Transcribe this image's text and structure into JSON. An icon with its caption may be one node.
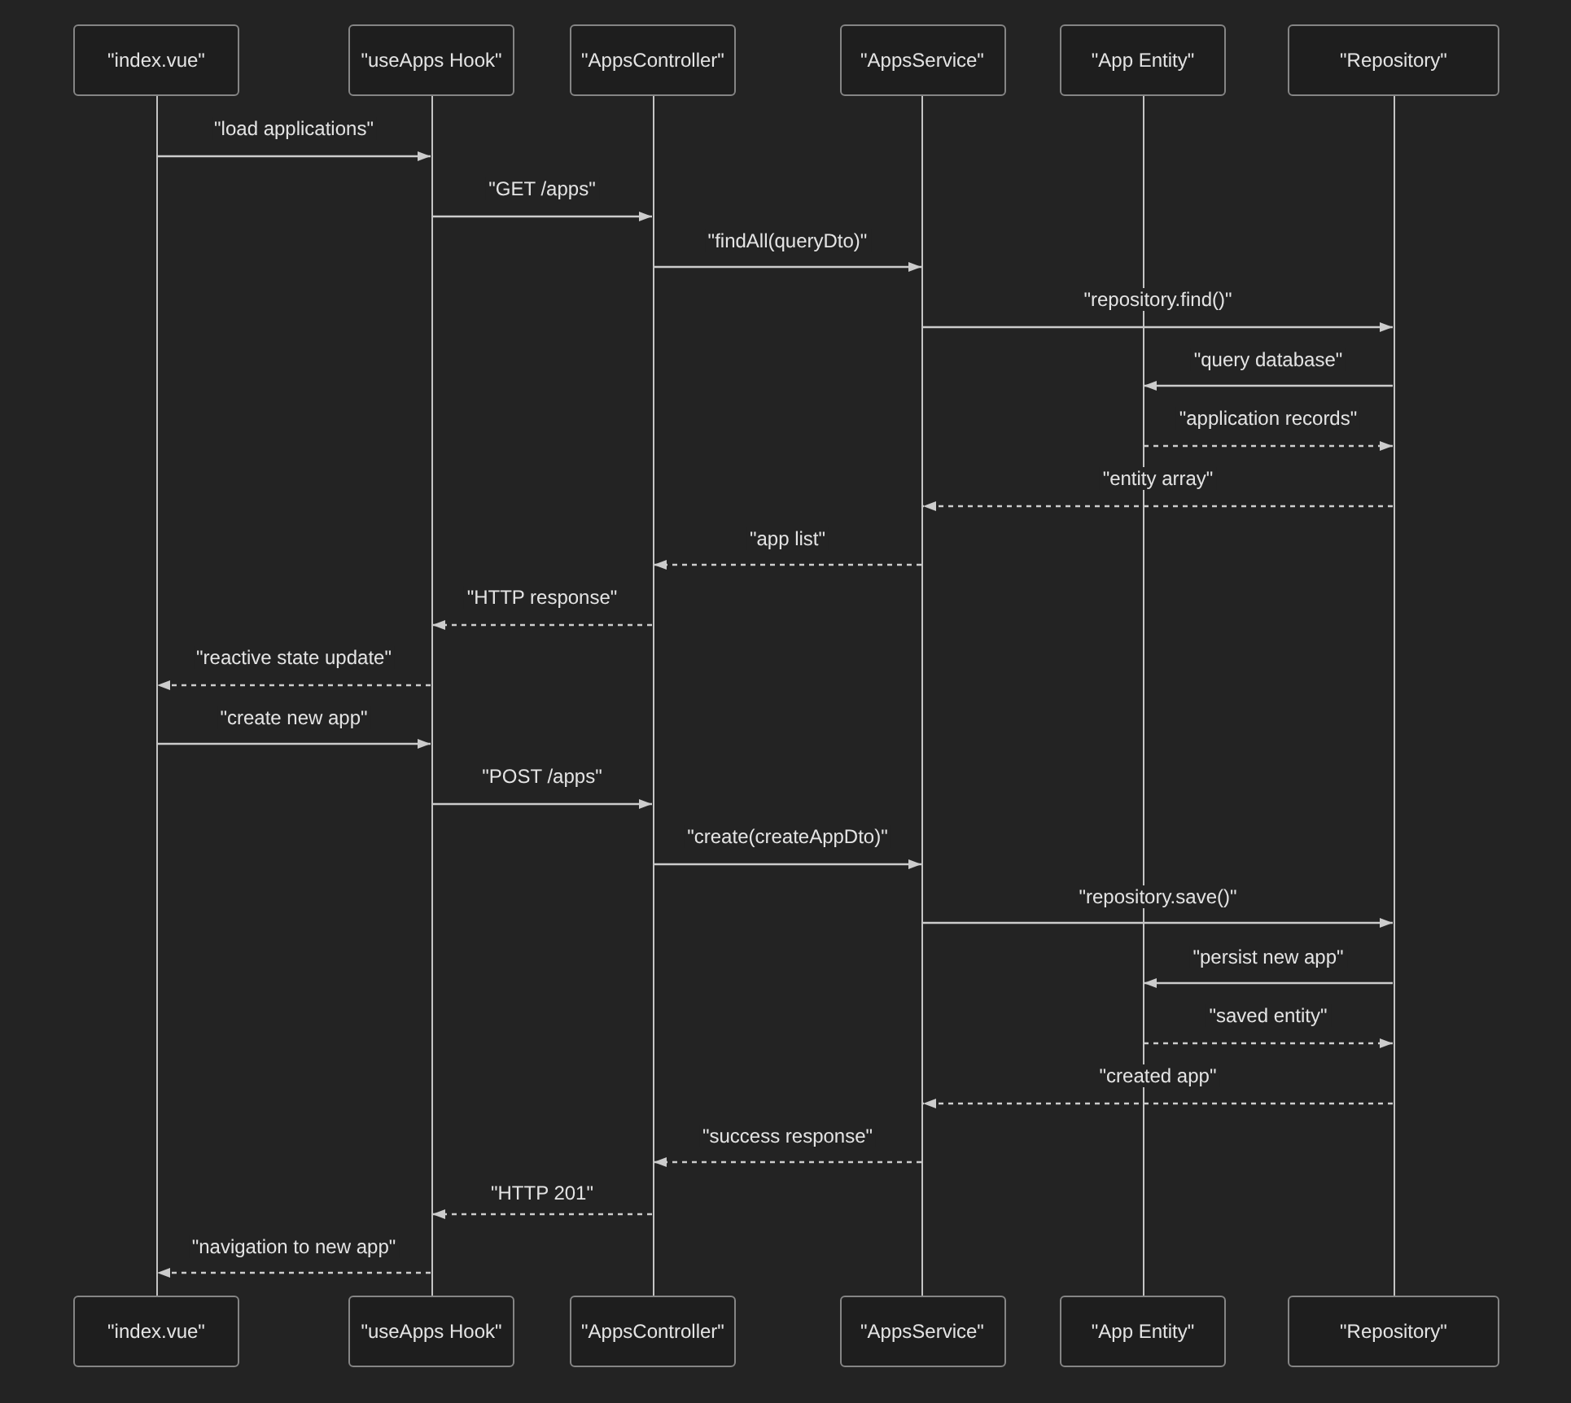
{
  "diagram": {
    "nodes": [
      {
        "text": [
          "\"index.vue\""
        ]
      },
      {
        "text": [
          "\"useApps Hook\""
        ]
      },
      {
        "text": [
          "\"AppsController\""
        ]
      },
      {
        "text": [
          "\"AppsService\""
        ]
      },
      {
        "text": [
          "\"App Entity\""
        ]
      },
      {
        "text": [
          "\"Repository\""
        ]
      },
      {
        "text": [],
        "shape": "line"
      },
      {
        "text": [],
        "shape": "line"
      },
      {
        "text": [],
        "shape": "line"
      },
      {
        "text": [],
        "shape": "line"
      },
      {
        "text": [],
        "shape": "line"
      },
      {
        "text": [],
        "shape": "line"
      },
      {
        "text": [
          "\"index.vue\""
        ]
      },
      {
        "text": [
          "\"useApps Hook\""
        ]
      },
      {
        "text": [
          "\"AppsController\""
        ]
      },
      {
        "text": [
          "\"AppsService\""
        ]
      },
      {
        "text": [
          "\"App Entity\""
        ]
      },
      {
        "text": [
          "\"Repository\""
        ]
      }
    ],
    "edges": [
      {
        "from": 6,
        "to": 7,
        "arrow": "to",
        "label": "\"load applications\""
      },
      {
        "from": 7,
        "to": 8,
        "arrow": "to",
        "label": "\"GET /apps\""
      },
      {
        "from": 8,
        "to": 9,
        "arrow": "to",
        "label": "\"findAll(queryDto)\""
      },
      {
        "from": 9,
        "to": 11,
        "arrow": "to",
        "label": "\"repository.find()\""
      },
      {
        "from": 11,
        "to": 10,
        "arrow": "to",
        "label": "\"query database\""
      },
      {
        "from": 10,
        "to": 11,
        "arrow": "to",
        "label": "\"application records\"",
        "style": "dashed"
      },
      {
        "from": 11,
        "to": 9,
        "arrow": "to",
        "label": "\"entity array\"",
        "style": "dashed"
      },
      {
        "from": 9,
        "to": 8,
        "arrow": "to",
        "label": "\"app list\"",
        "style": "dashed"
      },
      {
        "from": 8,
        "to": 7,
        "arrow": "to",
        "label": "\"HTTP response\"",
        "style": "dashed"
      },
      {
        "from": 7,
        "to": 6,
        "arrow": "to",
        "label": "\"reactive state update\"",
        "style": "dashed"
      },
      {
        "from": 6,
        "to": 7,
        "arrow": "to",
        "label": "\"create new app\""
      },
      {
        "from": 7,
        "to": 8,
        "arrow": "to",
        "label": "\"POST /apps\""
      },
      {
        "from": 8,
        "to": 9,
        "arrow": "to",
        "label": "\"create(createAppDto)\""
      },
      {
        "from": 9,
        "to": 11,
        "arrow": "to",
        "label": "\"repository.save()\""
      },
      {
        "from": 11,
        "to": 10,
        "arrow": "to",
        "label": "\"persist new app\""
      },
      {
        "from": 10,
        "to": 11,
        "arrow": "to",
        "label": "\"saved entity\"",
        "style": "dashed"
      },
      {
        "from": 11,
        "to": 9,
        "arrow": "to",
        "label": "\"created app\"",
        "style": "dashed"
      },
      {
        "from": 9,
        "to": 8,
        "arrow": "to",
        "label": "\"success response\"",
        "style": "dashed"
      },
      {
        "from": 8,
        "to": 7,
        "arrow": "to",
        "label": "\"HTTP 201\"",
        "style": "dashed"
      },
      {
        "from": 7,
        "to": 6,
        "arrow": "to",
        "label": "\"navigation to new app\"",
        "style": "dashed"
      }
    ]
  }
}
